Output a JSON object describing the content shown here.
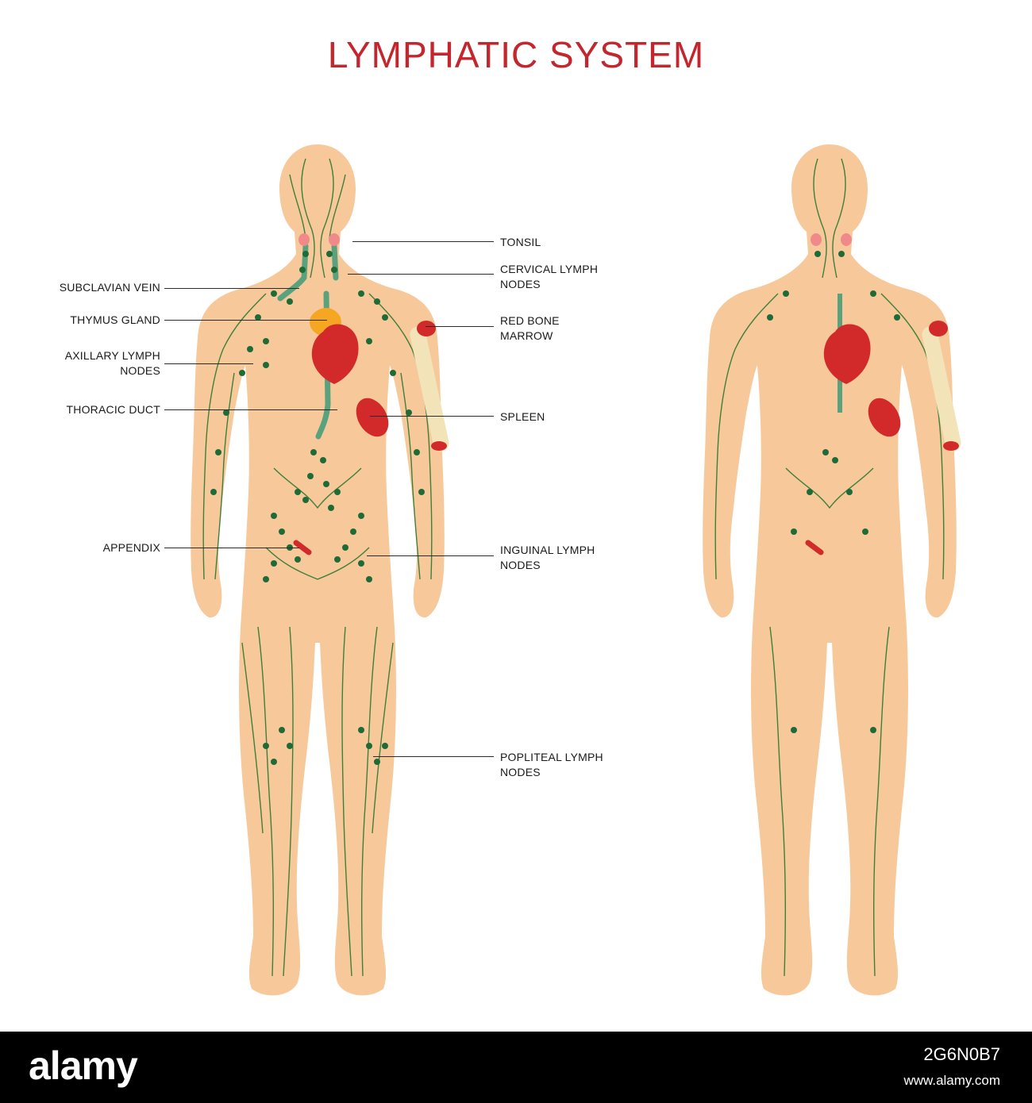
{
  "title": "LYMPHATIC SYSTEM",
  "colors": {
    "skin": "#f7c99a",
    "lymph_vessel": "#3f7f3a",
    "node": "#1f6b37",
    "duct": "#5aa27e",
    "organ_red": "#d22a2a",
    "thymus": "#f5a623",
    "tonsil": "#f08a8a",
    "bone": "#f3e3b8",
    "title_red": "#c4262e"
  },
  "labels_left": [
    {
      "id": "subclavian-vein",
      "lines": [
        "SUBCLAVIAN VEIN"
      ]
    },
    {
      "id": "thymus-gland",
      "lines": [
        "THYMUS GLAND"
      ]
    },
    {
      "id": "axillary-lymph-nodes",
      "lines": [
        "AXILLARY LYMPH",
        "NODES"
      ]
    },
    {
      "id": "thoracic-duct",
      "lines": [
        "THORACIC DUCT"
      ]
    },
    {
      "id": "appendix",
      "lines": [
        "APPENDIX"
      ]
    }
  ],
  "labels_right": [
    {
      "id": "tonsil",
      "lines": [
        "TONSIL"
      ]
    },
    {
      "id": "cervical-lymph-nodes",
      "lines": [
        "CERVICAL LYMPH",
        "NODES"
      ]
    },
    {
      "id": "red-bone-marrow",
      "lines": [
        "RED BONE",
        "MARROW"
      ]
    },
    {
      "id": "spleen",
      "lines": [
        "SPLEEN"
      ]
    },
    {
      "id": "inguinal-lymph-nodes",
      "lines": [
        "INGUINAL LYMPH",
        "NODES"
      ]
    },
    {
      "id": "popliteal-lymph-nodes",
      "lines": [
        "POPLITEAL LYMPH",
        "NODES"
      ]
    }
  ],
  "footer": {
    "logo": "alamy",
    "image_id": "2G6N0B7",
    "site": "www.alamy.com"
  }
}
